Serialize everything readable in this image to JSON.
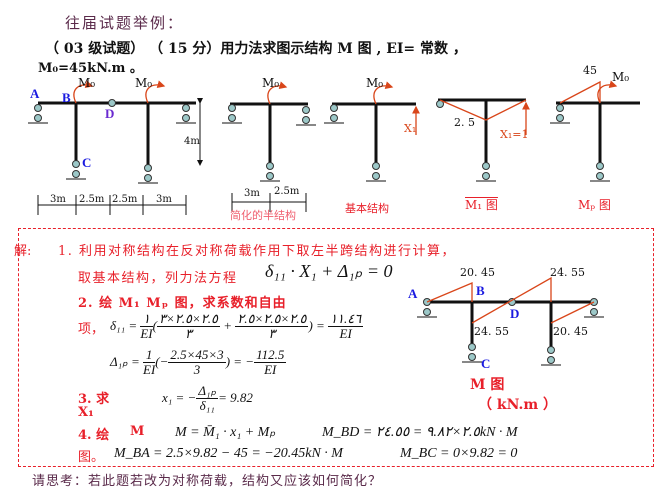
{
  "heading": "往届试题举例：",
  "problem": {
    "line1": "（ 03 级试题）  （ 15 分）用力法求图示结构 M 图 , EI= 常数 ，",
    "line2": "M₀=45kN.m  。"
  },
  "diagram1": {
    "labels": {
      "A": "A",
      "B": "B",
      "C": "C",
      "D": "D",
      "m0a": "M₀",
      "m0b": "M₀",
      "height": "4m"
    },
    "dims": [
      "3m",
      "2.5m",
      "2.5m",
      "3m"
    ]
  },
  "diagram2": {
    "m0": "M₀",
    "dims": [
      "3m",
      "2.5m"
    ],
    "caption": "简化的半结构"
  },
  "diagram3": {
    "m0": "M₀",
    "x1": "X₁",
    "caption": "基本结构"
  },
  "diagram4": {
    "value": "2. 5",
    "x1": "X₁=1",
    "caption": "M₁ 图"
  },
  "diagram5": {
    "value": "45",
    "m0": "M₀",
    "caption": "Mₚ 图"
  },
  "solution": {
    "label": "解:",
    "step1a": "1. 利用对称结构在反对称荷载作用下取左半跨结构进行计算，",
    "step1b": "取基本结构，列力法方程",
    "eq1": "δ₁₁ · X₁ + Δ₁ₚ = 0",
    "step2a": "2. 绘 M₁ Mₚ 图，求系数和自由",
    "step2b": "项，",
    "delta11": {
      "lhs": "δ₁₁ =",
      "one": "١",
      "ei": "EI",
      "n1": "٢.٥×٢.٥×٣",
      "d1": "٣",
      "n2": "٢.٥×٢.٥×٢.٥",
      "d2": "٣",
      "rn": "١١.٤٦",
      "rd": "EI"
    },
    "delta1p": {
      "lhs": "Δ₁ₚ =",
      "one": "1",
      "ei": "EI",
      "n": "2.5×45×3",
      "d": "3",
      "rn": "112.5",
      "rd": "EI"
    },
    "step3a": "3. 求",
    "step3b": "X₁",
    "x1eq": {
      "lhs": "x₁ = −",
      "n": "Δ₁ₚ",
      "d": "δ₁₁",
      "rhs": "= 9.82"
    },
    "step4a": "4. 绘",
    "step4m": "M",
    "step4b": "图。",
    "meq": "M = M̄₁ · x₁ + Mₚ",
    "mbd": "M_BD = ٢.٥×٩.٨٢ = ٢٤.٥٥kN · M",
    "mba": "M_BA = 2.5×9.82 − 45 = −20.45kN · M",
    "mbc": "M_BC = 0×9.82 = 0"
  },
  "m_diagram": {
    "labels": {
      "A": "A",
      "B": "B",
      "C": "C",
      "D": "D"
    },
    "values": [
      "20. 45",
      "24. 55",
      "24. 55",
      "20. 45"
    ],
    "title": "M 图",
    "unit": "（ kN.m ）"
  },
  "footer": "请思考：若此题若改为对称荷载，结构又应该如何简化？",
  "colors": {
    "red": "#e8202a",
    "orange": "#d9461a",
    "blue": "#1a1ae0",
    "support": "#9cc8c8"
  }
}
